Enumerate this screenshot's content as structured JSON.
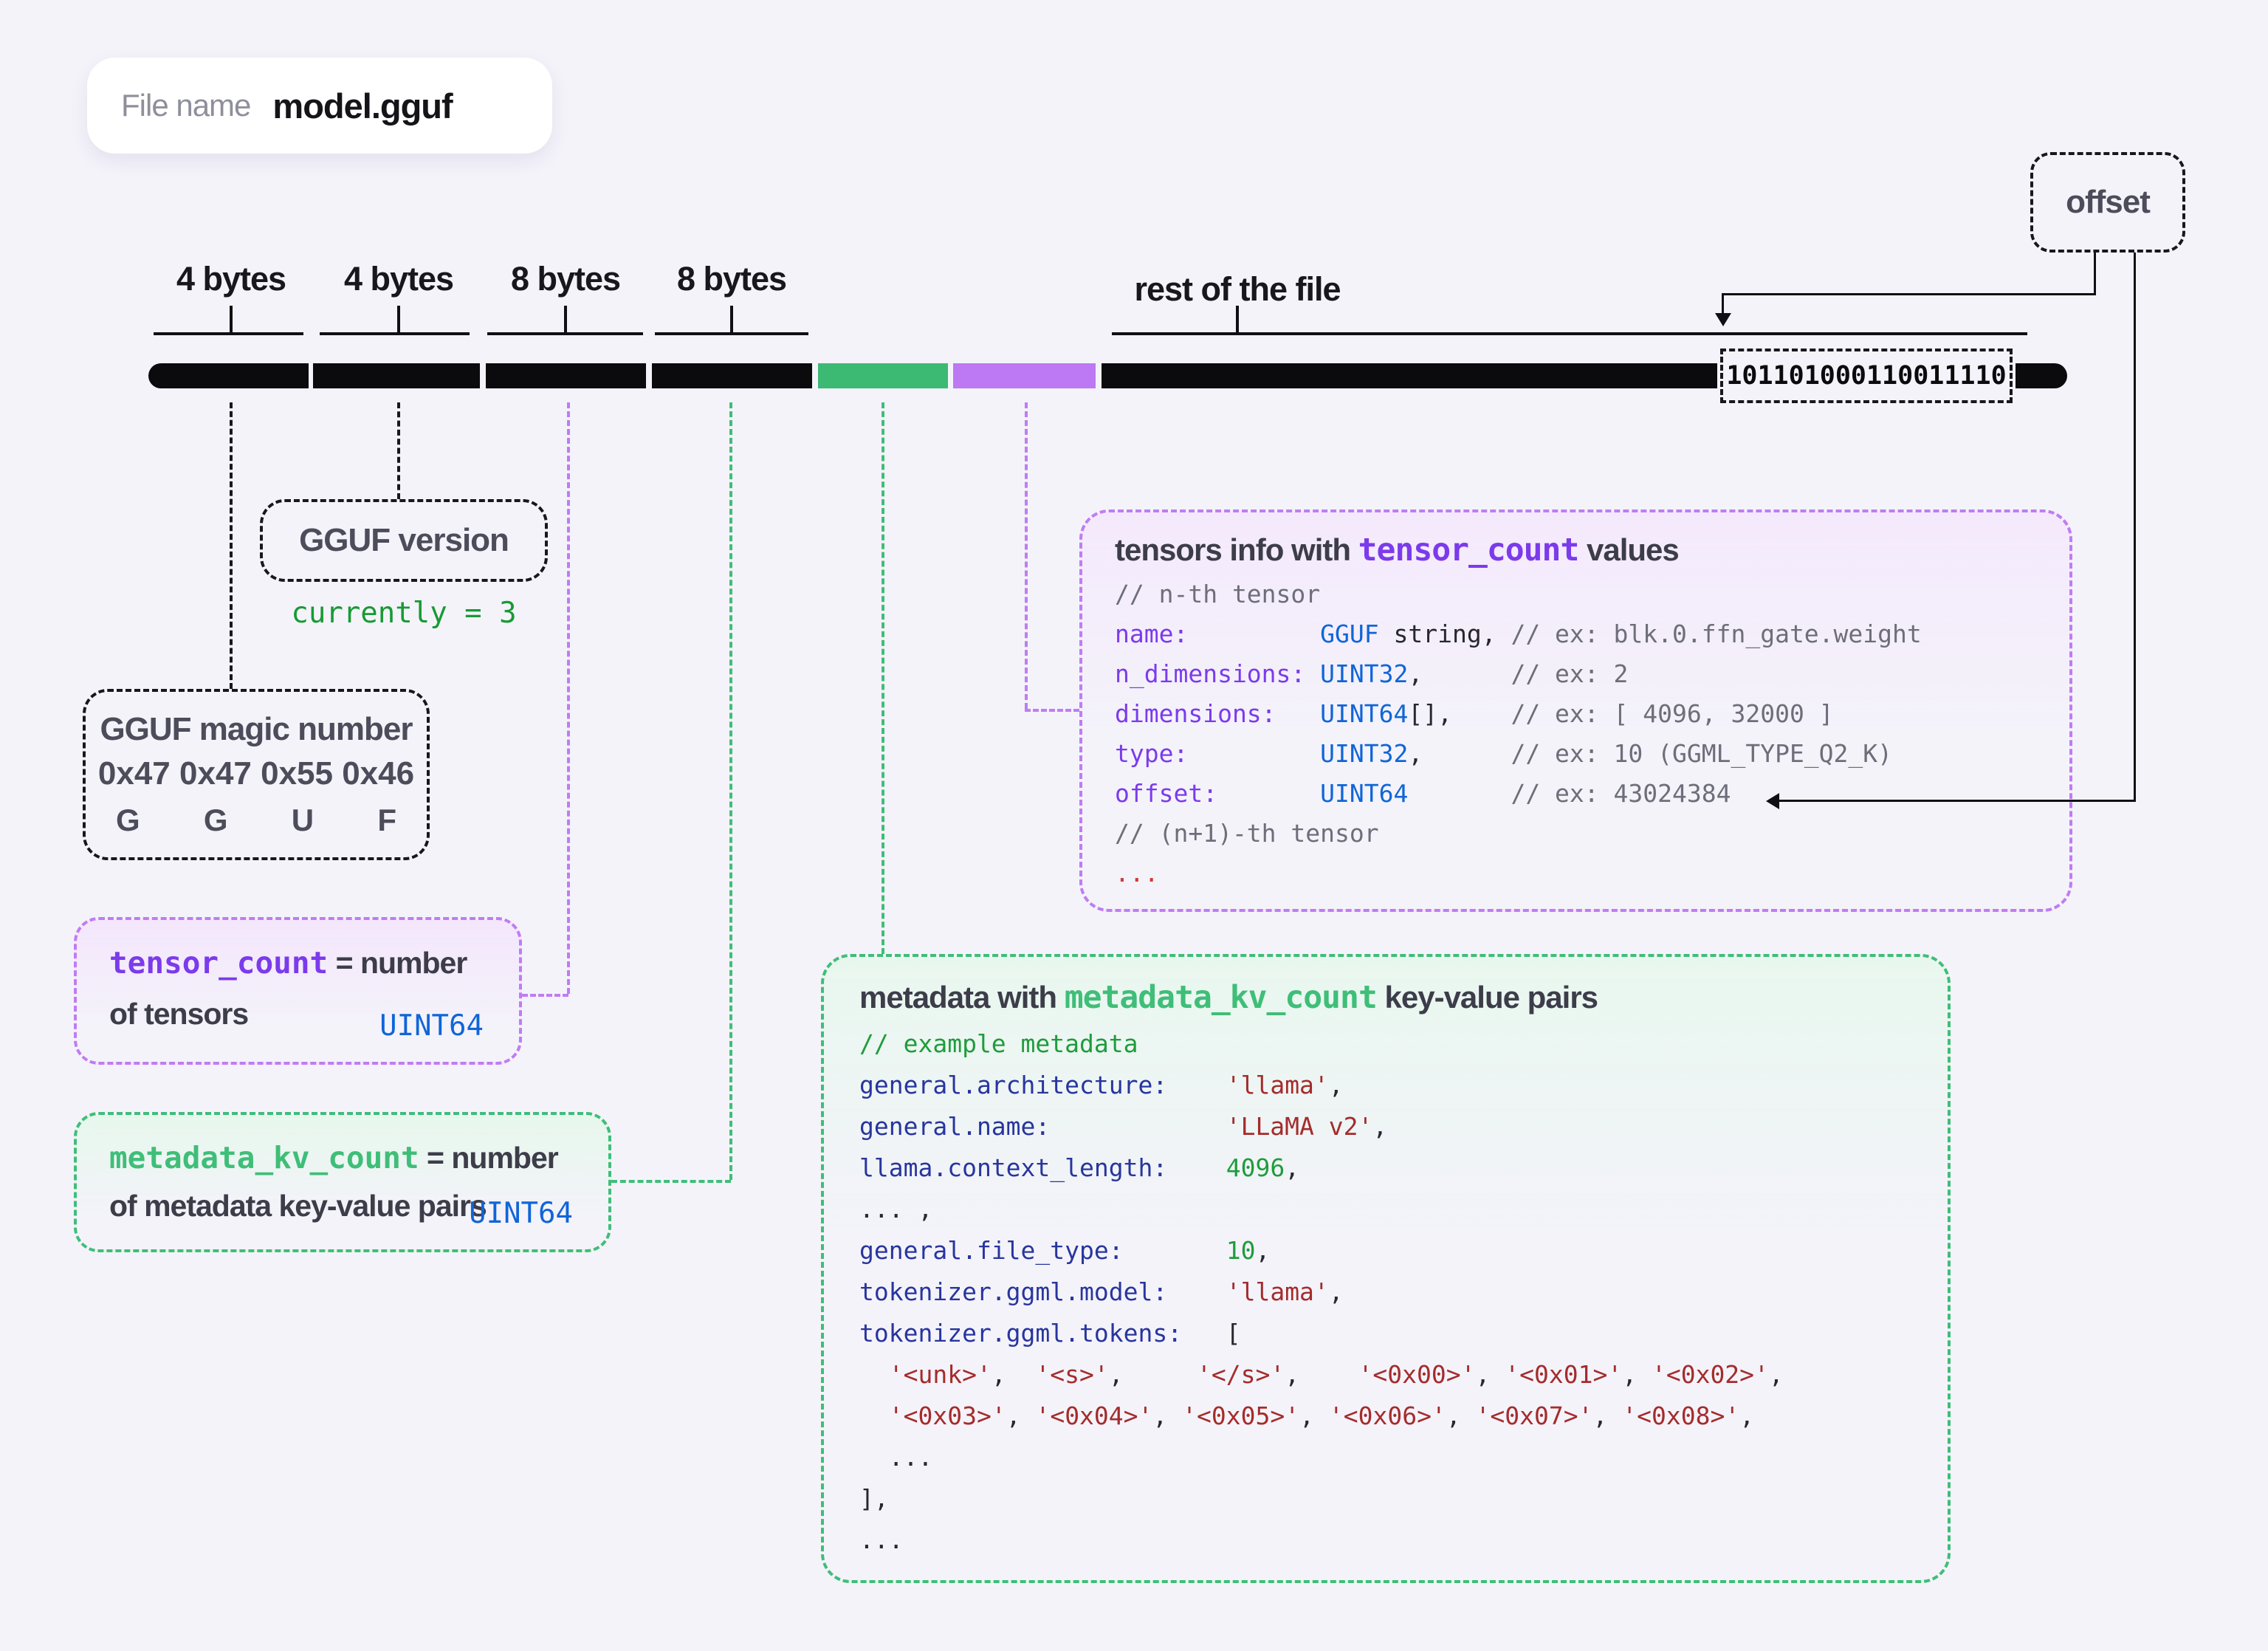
{
  "colors": {
    "background": "#f4f3fa",
    "bar_black": "#0b0b0e",
    "segment_green": "#3cba74",
    "segment_purple": "#bd78f4",
    "dash_purple": "#c07cf3",
    "dash_green": "#3fbe78",
    "mono_purple": "#7b3bec",
    "mono_green_dark": "#189a33",
    "type_blue": "#1065d8",
    "key_navy": "#28359e",
    "string_red": "#a42c2c",
    "dots_red": "#cf3a3a",
    "comment_gray": "#6e6e7a",
    "label_gray": "#4c4c5a"
  },
  "file_pill": {
    "label": "File name",
    "value": "model.gguf"
  },
  "byte_labels": [
    "4 bytes",
    "4 bytes",
    "8 bytes",
    "8 bytes"
  ],
  "rest_label": "rest of the file",
  "offset_tag": "offset",
  "binary_value": "101101000110011110",
  "version_box": {
    "title": "GGUF version",
    "note": "currently = 3"
  },
  "magic_box": {
    "title": "GGUF magic number",
    "hex": "0x47 0x47 0x55 0x46",
    "chars": [
      "G",
      "G",
      "U",
      "F"
    ]
  },
  "tensor_count_box": {
    "term": "tensor_count",
    "eq": " = number",
    "line2": "of tensors",
    "type": "UINT64"
  },
  "metadata_kv_box": {
    "term": "metadata_kv_count",
    "eq": " = number",
    "line2": "of metadata key-value pairs",
    "type": "UINT64"
  },
  "tensors_box": {
    "title_pre": "tensors info with ",
    "title_code": "tensor_count",
    "title_post": " values",
    "lines": [
      [
        [
          "c",
          "// n-th tensor"
        ]
      ],
      [
        [
          "k",
          "name:"
        ],
        [
          "p",
          "         "
        ],
        [
          "t",
          "GGUF"
        ],
        [
          "p",
          " string, "
        ],
        [
          "c",
          "// ex: blk.0.ffn_gate.weight"
        ]
      ],
      [
        [
          "k",
          "n_dimensions:"
        ],
        [
          "p",
          " "
        ],
        [
          "t",
          "UINT32"
        ],
        [
          "p",
          ",      "
        ],
        [
          "c",
          "// ex: 2"
        ]
      ],
      [
        [
          "k",
          "dimensions:"
        ],
        [
          "p",
          "   "
        ],
        [
          "t",
          "UINT64"
        ],
        [
          "p",
          "[],    "
        ],
        [
          "c",
          "// ex: [ 4096, 32000 ]"
        ]
      ],
      [
        [
          "k",
          "type:"
        ],
        [
          "p",
          "         "
        ],
        [
          "t",
          "UINT32"
        ],
        [
          "p",
          ",      "
        ],
        [
          "c",
          "// ex: 10 (GGML_TYPE_Q2_K)"
        ]
      ],
      [
        [
          "k",
          "offset:"
        ],
        [
          "p",
          "       "
        ],
        [
          "t",
          "UINT64"
        ],
        [
          "p",
          "       "
        ],
        [
          "c",
          "// ex: 43024384"
        ]
      ],
      [
        [
          "c",
          "// (n+1)-th tensor"
        ]
      ],
      [
        [
          "r",
          "..."
        ]
      ]
    ]
  },
  "metadata_box": {
    "title_pre": "metadata with ",
    "title_code": "metadata_kv_count",
    "title_post": " key-value pairs",
    "lines": [
      [
        [
          "g",
          "// example metadata"
        ]
      ],
      [
        [
          "n",
          "general.architecture:"
        ],
        [
          "p",
          "    "
        ],
        [
          "s",
          "'llama'"
        ],
        [
          "p",
          ","
        ]
      ],
      [
        [
          "n",
          "general.name:"
        ],
        [
          "p",
          "            "
        ],
        [
          "s",
          "'LLaMA v2'"
        ],
        [
          "p",
          ","
        ]
      ],
      [
        [
          "n",
          "llama.context_length:"
        ],
        [
          "p",
          "    "
        ],
        [
          "u",
          "4096"
        ],
        [
          "p",
          ","
        ]
      ],
      [
        [
          "p",
          "... ,"
        ]
      ],
      [
        [
          "n",
          "general.file_type:"
        ],
        [
          "p",
          "       "
        ],
        [
          "u",
          "10"
        ],
        [
          "p",
          ","
        ]
      ],
      [
        [
          "n",
          "tokenizer.ggml.model:"
        ],
        [
          "p",
          "    "
        ],
        [
          "s",
          "'llama'"
        ],
        [
          "p",
          ","
        ]
      ],
      [
        [
          "n",
          "tokenizer.ggml.tokens:"
        ],
        [
          "p",
          "   "
        ],
        [
          "p",
          "["
        ]
      ],
      [
        [
          "p",
          "  "
        ],
        [
          "s",
          "'<unk>'"
        ],
        [
          "p",
          ",  "
        ],
        [
          "s",
          "'<s>'"
        ],
        [
          "p",
          ",     "
        ],
        [
          "s",
          "'</s>'"
        ],
        [
          "p",
          ",    "
        ],
        [
          "s",
          "'<0x00>'"
        ],
        [
          "p",
          ", "
        ],
        [
          "s",
          "'<0x01>'"
        ],
        [
          "p",
          ", "
        ],
        [
          "s",
          "'<0x02>'"
        ],
        [
          "p",
          ","
        ]
      ],
      [
        [
          "p",
          "  "
        ],
        [
          "s",
          "'<0x03>'"
        ],
        [
          "p",
          ", "
        ],
        [
          "s",
          "'<0x04>'"
        ],
        [
          "p",
          ", "
        ],
        [
          "s",
          "'<0x05>'"
        ],
        [
          "p",
          ", "
        ],
        [
          "s",
          "'<0x06>'"
        ],
        [
          "p",
          ", "
        ],
        [
          "s",
          "'<0x07>'"
        ],
        [
          "p",
          ", "
        ],
        [
          "s",
          "'<0x08>'"
        ],
        [
          "p",
          ","
        ]
      ],
      [
        [
          "p",
          "  ..."
        ]
      ],
      [
        [
          "p",
          "],"
        ]
      ],
      [
        [
          "p",
          "..."
        ]
      ]
    ]
  }
}
